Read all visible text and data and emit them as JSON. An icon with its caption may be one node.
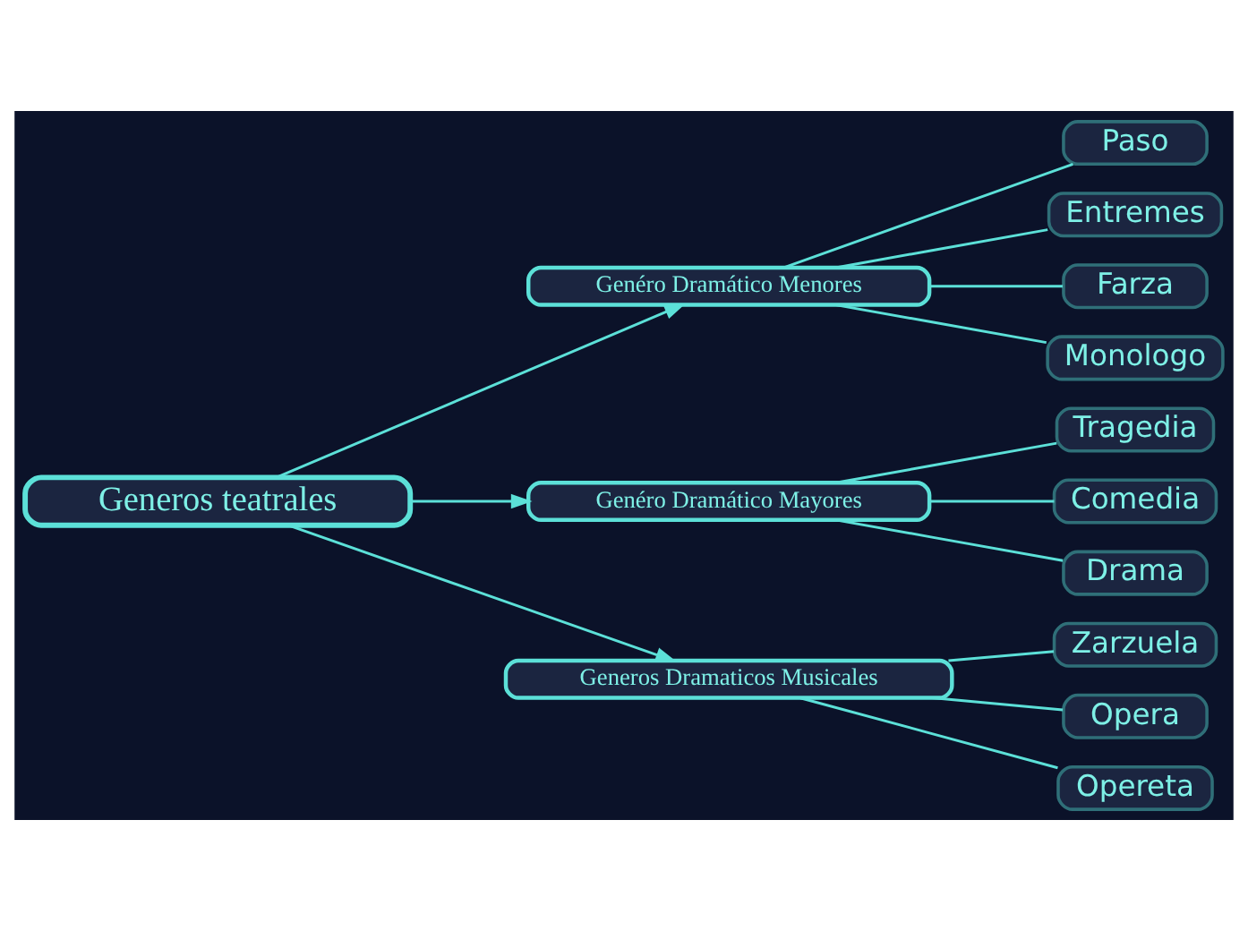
{
  "diagram": {
    "nodes": [
      {
        "text": [
          "Generos teatrales"
        ]
      },
      {
        "text": [
          "Genéro Dramático Menores"
        ]
      },
      {
        "text": [
          "Paso"
        ]
      },
      {
        "text": [
          "Entremes"
        ]
      },
      {
        "text": [
          "Farza"
        ]
      },
      {
        "text": [
          "Monologo"
        ]
      },
      {
        "text": [
          "Genéro Dramático Mayores"
        ]
      },
      {
        "text": [
          "Tragedia"
        ]
      },
      {
        "text": [
          "Comedia"
        ]
      },
      {
        "text": [
          "Drama"
        ]
      },
      {
        "text": [
          "Generos Dramaticos Musicales"
        ]
      },
      {
        "text": [
          "Zarzuela"
        ]
      },
      {
        "text": [
          "Opera"
        ]
      },
      {
        "text": [
          "Opereta"
        ]
      }
    ],
    "edges": [
      {
        "from": 0,
        "to": 1,
        "arrow": "to"
      },
      {
        "from": 1,
        "to": 2,
        "arrow": "none"
      },
      {
        "from": 1,
        "to": 3,
        "arrow": "none"
      },
      {
        "from": 1,
        "to": 4,
        "arrow": "none"
      },
      {
        "from": 1,
        "to": 5,
        "arrow": "none"
      },
      {
        "from": 0,
        "to": 6,
        "arrow": "to"
      },
      {
        "from": 6,
        "to": 7,
        "arrow": "none"
      },
      {
        "from": 6,
        "to": 8,
        "arrow": "none"
      },
      {
        "from": 6,
        "to": 9,
        "arrow": "none"
      },
      {
        "from": 0,
        "to": 10,
        "arrow": "to"
      },
      {
        "from": 10,
        "to": 11,
        "arrow": "none"
      },
      {
        "from": 10,
        "to": 12,
        "arrow": "none"
      },
      {
        "from": 10,
        "to": 13,
        "arrow": "none"
      }
    ]
  }
}
